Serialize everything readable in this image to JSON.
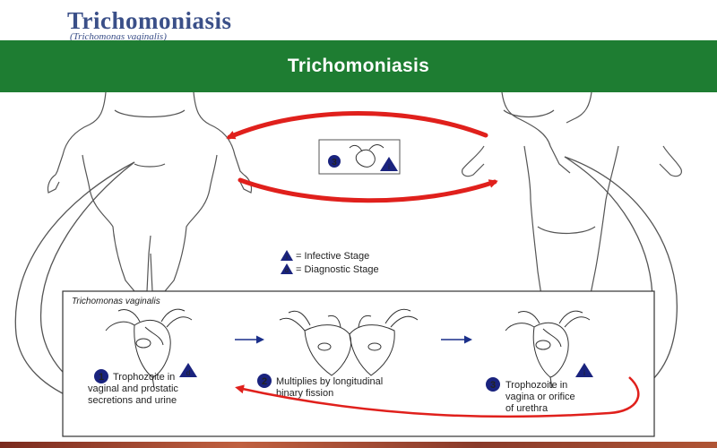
{
  "header": {
    "title": "Trichomoniasis",
    "subtitle": "(Trichomonas vaginalis)"
  },
  "banner": {
    "title": "Trichomoniasis"
  },
  "legend": {
    "infective_symbol": "i",
    "infective_text": "= Infective Stage",
    "diagnostic_symbol": "d",
    "diagnostic_text": "= Diagnostic Stage"
  },
  "center_box": {
    "stage_number": "3",
    "badge": "i"
  },
  "panel": {
    "title": "Trichomonas vaginalis",
    "stages": [
      {
        "number": "1",
        "badge": "d",
        "lines": [
          "Trophozoite in",
          "vaginal and prostatic",
          "secretions and urine"
        ]
      },
      {
        "number": "2",
        "badge": "",
        "lines": [
          "Multiplies by longitudinal",
          "binary fission"
        ]
      },
      {
        "number": "3",
        "badge": "i",
        "lines": [
          "Trophozoite in",
          "vagina or orifice",
          "of urethra"
        ]
      }
    ]
  },
  "colors": {
    "banner_green": "#1e7d32",
    "title_blue": "#3a4f88",
    "cycle_arrow_red": "#e0201c",
    "stage_arrow_blue": "#1a2f8a",
    "badge_navy": "#1a237e"
  }
}
